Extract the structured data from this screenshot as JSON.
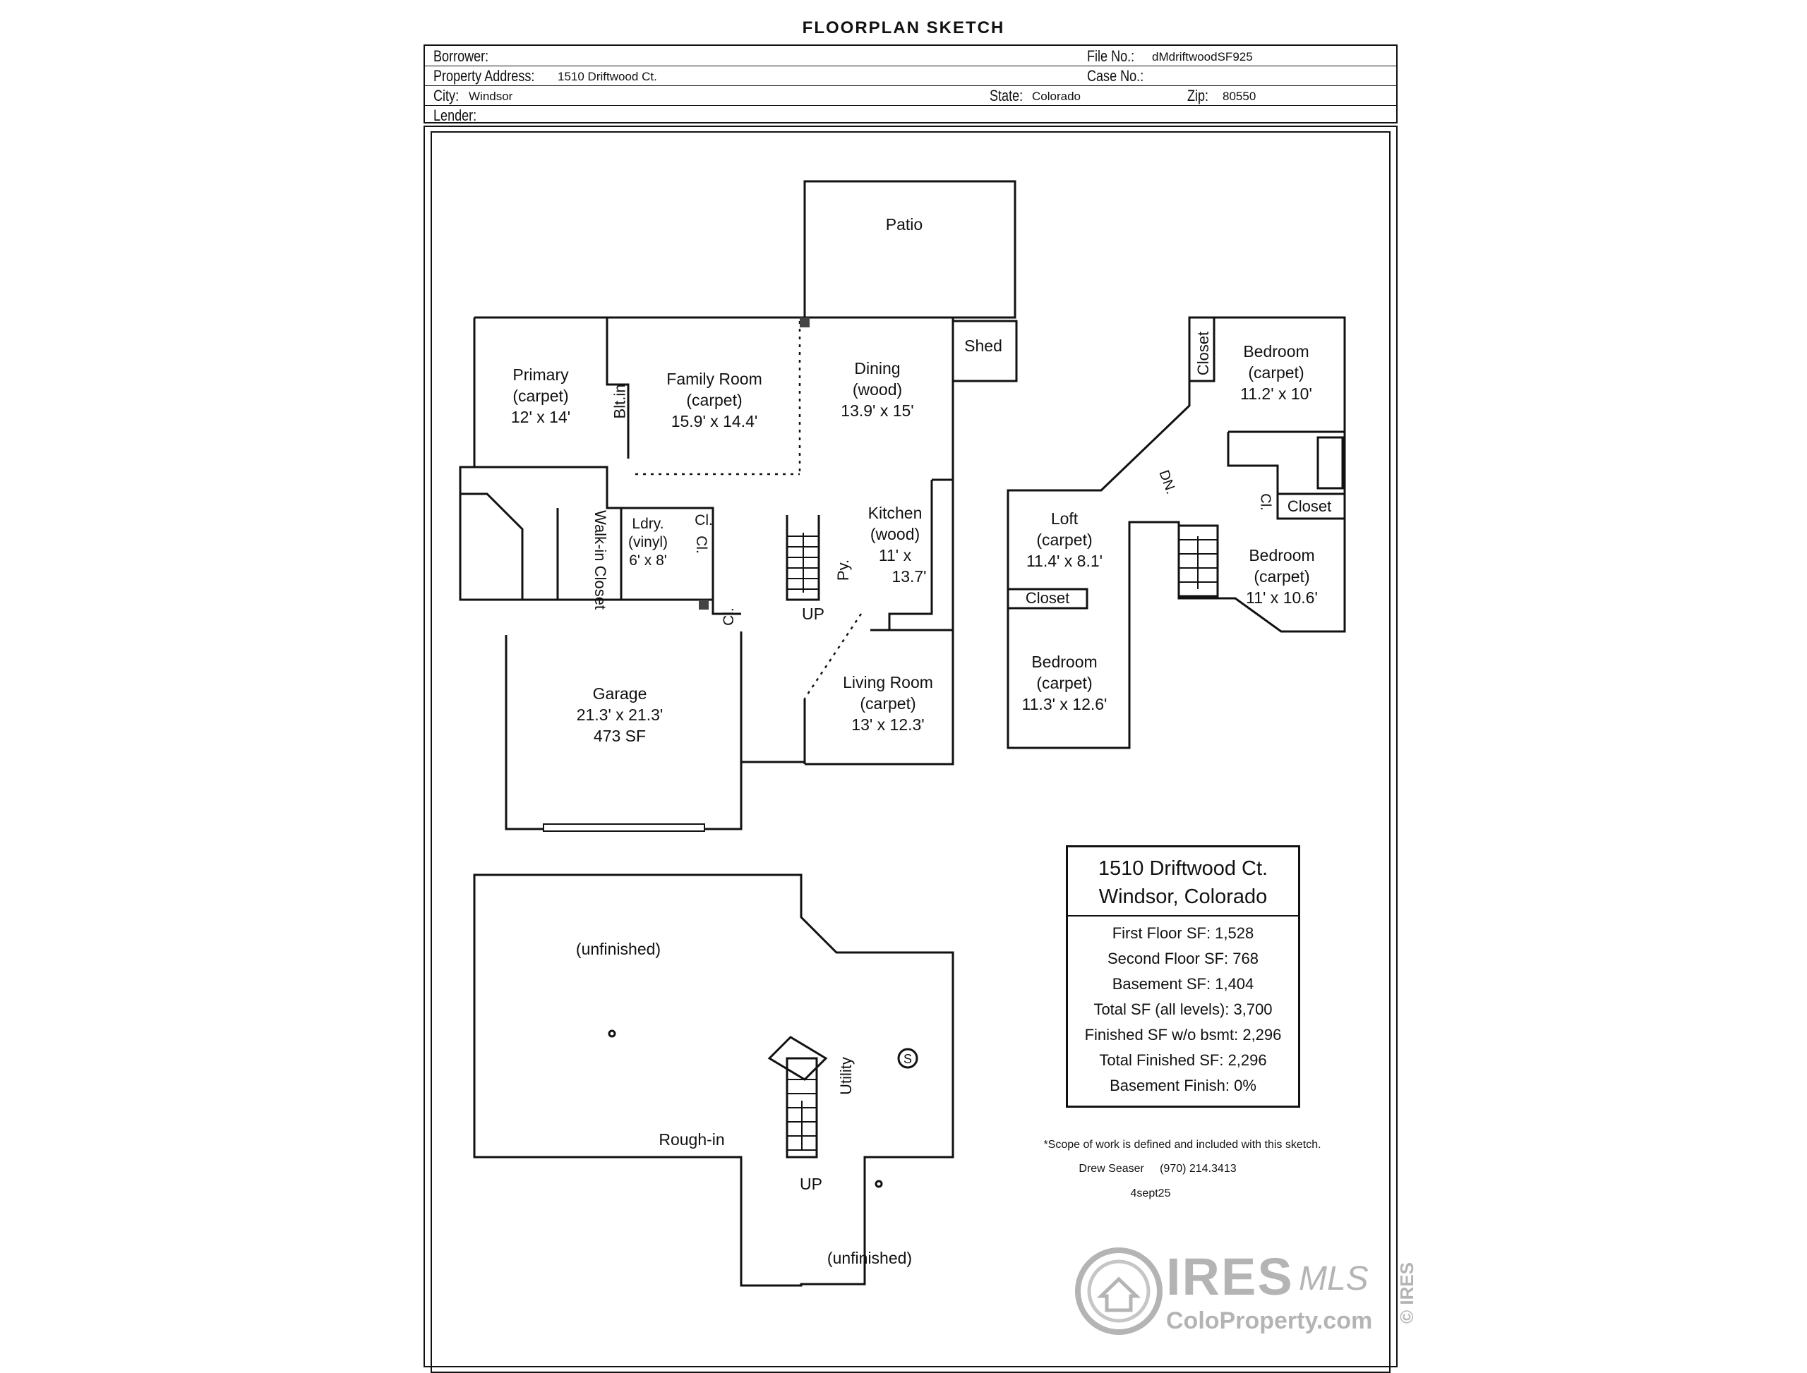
{
  "title": "FLOORPLAN SKETCH",
  "header": {
    "borrower_label": "Borrower:",
    "file_no_label": "File No.:",
    "file_no": "dMdriftwoodSF925",
    "address_label": "Property Address:",
    "address": "1510 Driftwood Ct.",
    "case_no_label": "Case No.:",
    "city_label": "City:",
    "city": "Windsor",
    "state_label": "State:",
    "state": "Colorado",
    "zip_label": "Zip:",
    "zip": "80550",
    "lender_label": "Lender:"
  },
  "first_floor": {
    "patio": "Patio",
    "shed": "Shed",
    "primary": [
      "Primary",
      "(carpet)",
      "12' x 14'"
    ],
    "family": [
      "Family Room",
      "(carpet)",
      "15.9' x 14.4'"
    ],
    "dining": [
      "Dining",
      "(wood)",
      "13.9' x 15'"
    ],
    "kitchen": [
      "Kitchen",
      "(wood)",
      "11' x",
      "13.7'"
    ],
    "laundry": [
      "Ldry.",
      "(vinyl)",
      "6' x 8'"
    ],
    "walkin": "Walk-in Closet",
    "builtin": "Blt.in",
    "pantry": "Py.",
    "closet_short": "Cl.",
    "up": "UP",
    "garage": [
      "Garage",
      "21.3' x 21.3'",
      "473 SF"
    ],
    "living": [
      "Living Room",
      "(carpet)",
      "13' x 12.3'"
    ]
  },
  "second_floor": {
    "bed1": [
      "Bedroom",
      "(carpet)",
      "11.2' x 10'"
    ],
    "closet_v": "Closet",
    "closet_right": "Closet",
    "bed2": [
      "Bedroom",
      "(carpet)",
      "11' x 10.6'"
    ],
    "loft": [
      "Loft",
      "(carpet)",
      "11.4' x 8.1'"
    ],
    "closet_loft": "Closet",
    "bed3": [
      "Bedroom",
      "(carpet)",
      "11.3' x 12.6'"
    ],
    "down": "DN.",
    "cl": "Cl."
  },
  "basement": {
    "unfinished_top": "(unfinished)",
    "unfinished_bottom": "(unfinished)",
    "roughin": "Rough-in",
    "utility": "Utility",
    "up": "UP",
    "sump": "S"
  },
  "summary": {
    "address_line1": "1510 Driftwood Ct.",
    "address_line2": "Windsor, Colorado",
    "lines": [
      "First Floor SF: 1,528",
      "Second Floor SF: 768",
      "Basement SF: 1,404",
      "Total SF (all levels): 3,700",
      "Finished SF w/o bsmt: 2,296",
      "Total Finished SF: 2,296",
      "Basement Finish: 0%"
    ]
  },
  "footer": {
    "scope": "*Scope of work is defined and included with this sketch.",
    "author": "Drew Seaser     (970) 214.3413",
    "date": "4sept25"
  },
  "watermark": {
    "brand": "IRES",
    "mls": "MLS",
    "site": "ColoProperty.com",
    "side": "© IRES"
  }
}
